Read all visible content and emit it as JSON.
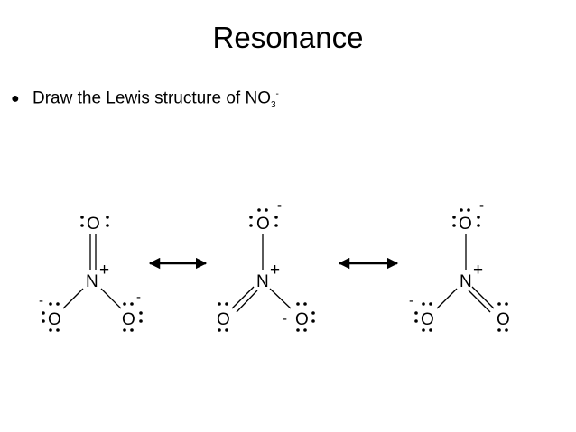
{
  "slide": {
    "title": "Resonance",
    "bullet": {
      "text": "Draw the Lewis structure of NO",
      "subscript": "3",
      "superscript": "-"
    }
  },
  "diagram": {
    "structures": [
      {
        "nitrogen": "N",
        "nitrogen_charge": "+",
        "oxygens": [
          "O",
          "O",
          "O"
        ],
        "charges": [
          "-",
          "-"
        ]
      },
      {
        "nitrogen": "N",
        "nitrogen_charge": "+",
        "oxygens": [
          "O",
          "O",
          "O"
        ],
        "charges": [
          "-",
          "-"
        ]
      },
      {
        "nitrogen": "N",
        "nitrogen_charge": "+",
        "oxygens": [
          "O",
          "O",
          "O"
        ],
        "charges": [
          "-",
          "-"
        ]
      }
    ]
  }
}
